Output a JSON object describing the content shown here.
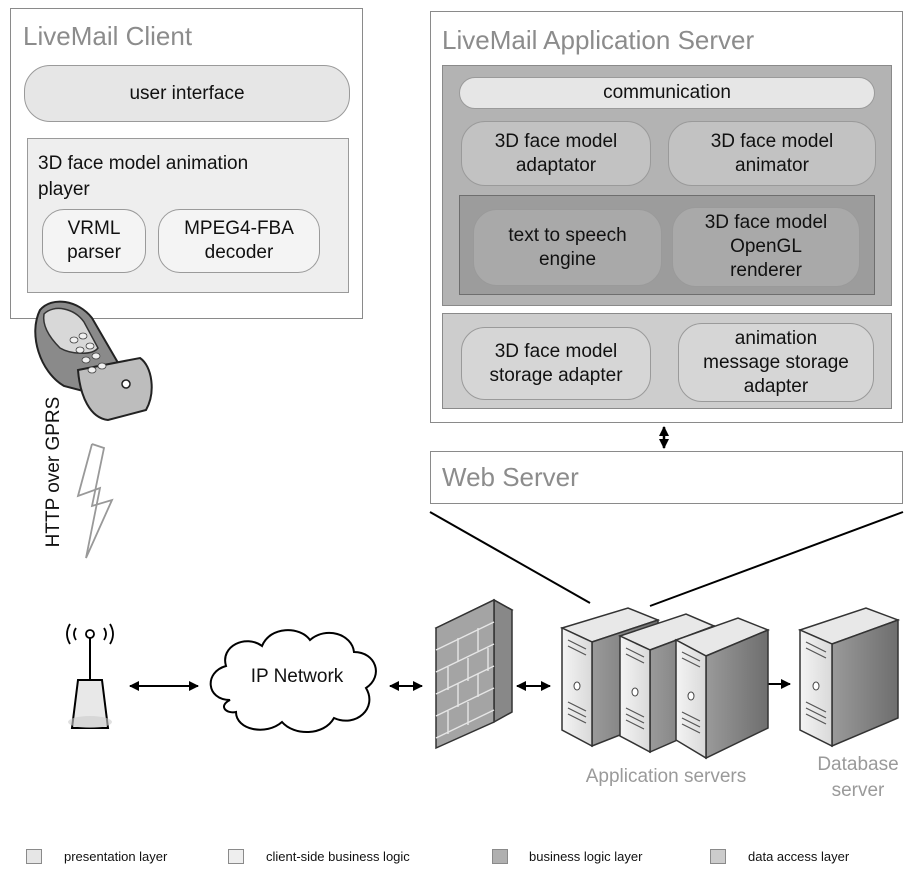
{
  "client": {
    "title": "LiveMail Client",
    "user_interface": "user interface",
    "player_title": "3D face model animation player",
    "vrml_parser": "VRML parser",
    "mpeg4_decoder": "MPEG4-FBA decoder"
  },
  "server": {
    "title": "LiveMail Application Server",
    "communication": "communication",
    "adaptator": "3D face model adaptator",
    "animator": "3D face model animator",
    "tts_engine": "text to speech engine",
    "opengl_renderer": "3D face model OpenGL renderer",
    "storage_adapter": "3D face model storage adapter",
    "message_storage_adapter": "animation message storage adapter"
  },
  "web_server": {
    "title": "Web Server"
  },
  "network": {
    "http_label": "HTTP over GPRS",
    "ip_network": "IP Network",
    "app_servers_label": "Application servers",
    "db_server_label": "Database server"
  },
  "legend": {
    "items": [
      {
        "label": "presentation layer",
        "color": "#e6e6e6"
      },
      {
        "label": "client-side business logic",
        "color": "#eeeeee"
      },
      {
        "label": "business logic layer",
        "color": "#b0b0b0"
      },
      {
        "label": "data access layer",
        "color": "#cccccc"
      }
    ]
  },
  "colors": {
    "panel_border": "#8a8a8a",
    "title_gray": "#8c8c8c",
    "business_logic_bg": "#b3b3b3",
    "inner_dark_bg": "#9c9c9c",
    "data_access_bg": "#cdcdcd"
  }
}
